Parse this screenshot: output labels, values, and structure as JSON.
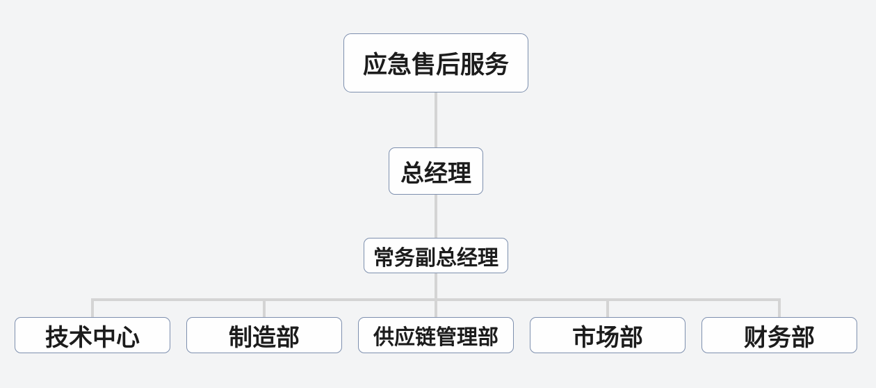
{
  "org_chart": {
    "root": {
      "label": "应急售后服务"
    },
    "general_manager": {
      "label": "总经理"
    },
    "deputy_general_manager": {
      "label": "常务副总经理"
    },
    "departments": [
      {
        "label": "技术中心"
      },
      {
        "label": "制造部"
      },
      {
        "label": "供应链管理部"
      },
      {
        "label": "市场部"
      },
      {
        "label": "财务部"
      }
    ],
    "hierarchy": [
      {
        "from": "应急售后服务",
        "to": "总经理"
      },
      {
        "from": "总经理",
        "to": "常务副总经理"
      },
      {
        "from": "常务副总经理",
        "to": "技术中心, 制造部, 供应链管理部, 市场部, 财务部"
      }
    ]
  },
  "colors": {
    "background": "#f3f4f5",
    "box_fill": "#fefefe",
    "box_border": "#7d8fae",
    "connector": "#d4d4d4",
    "text": "#1c1c1c"
  }
}
